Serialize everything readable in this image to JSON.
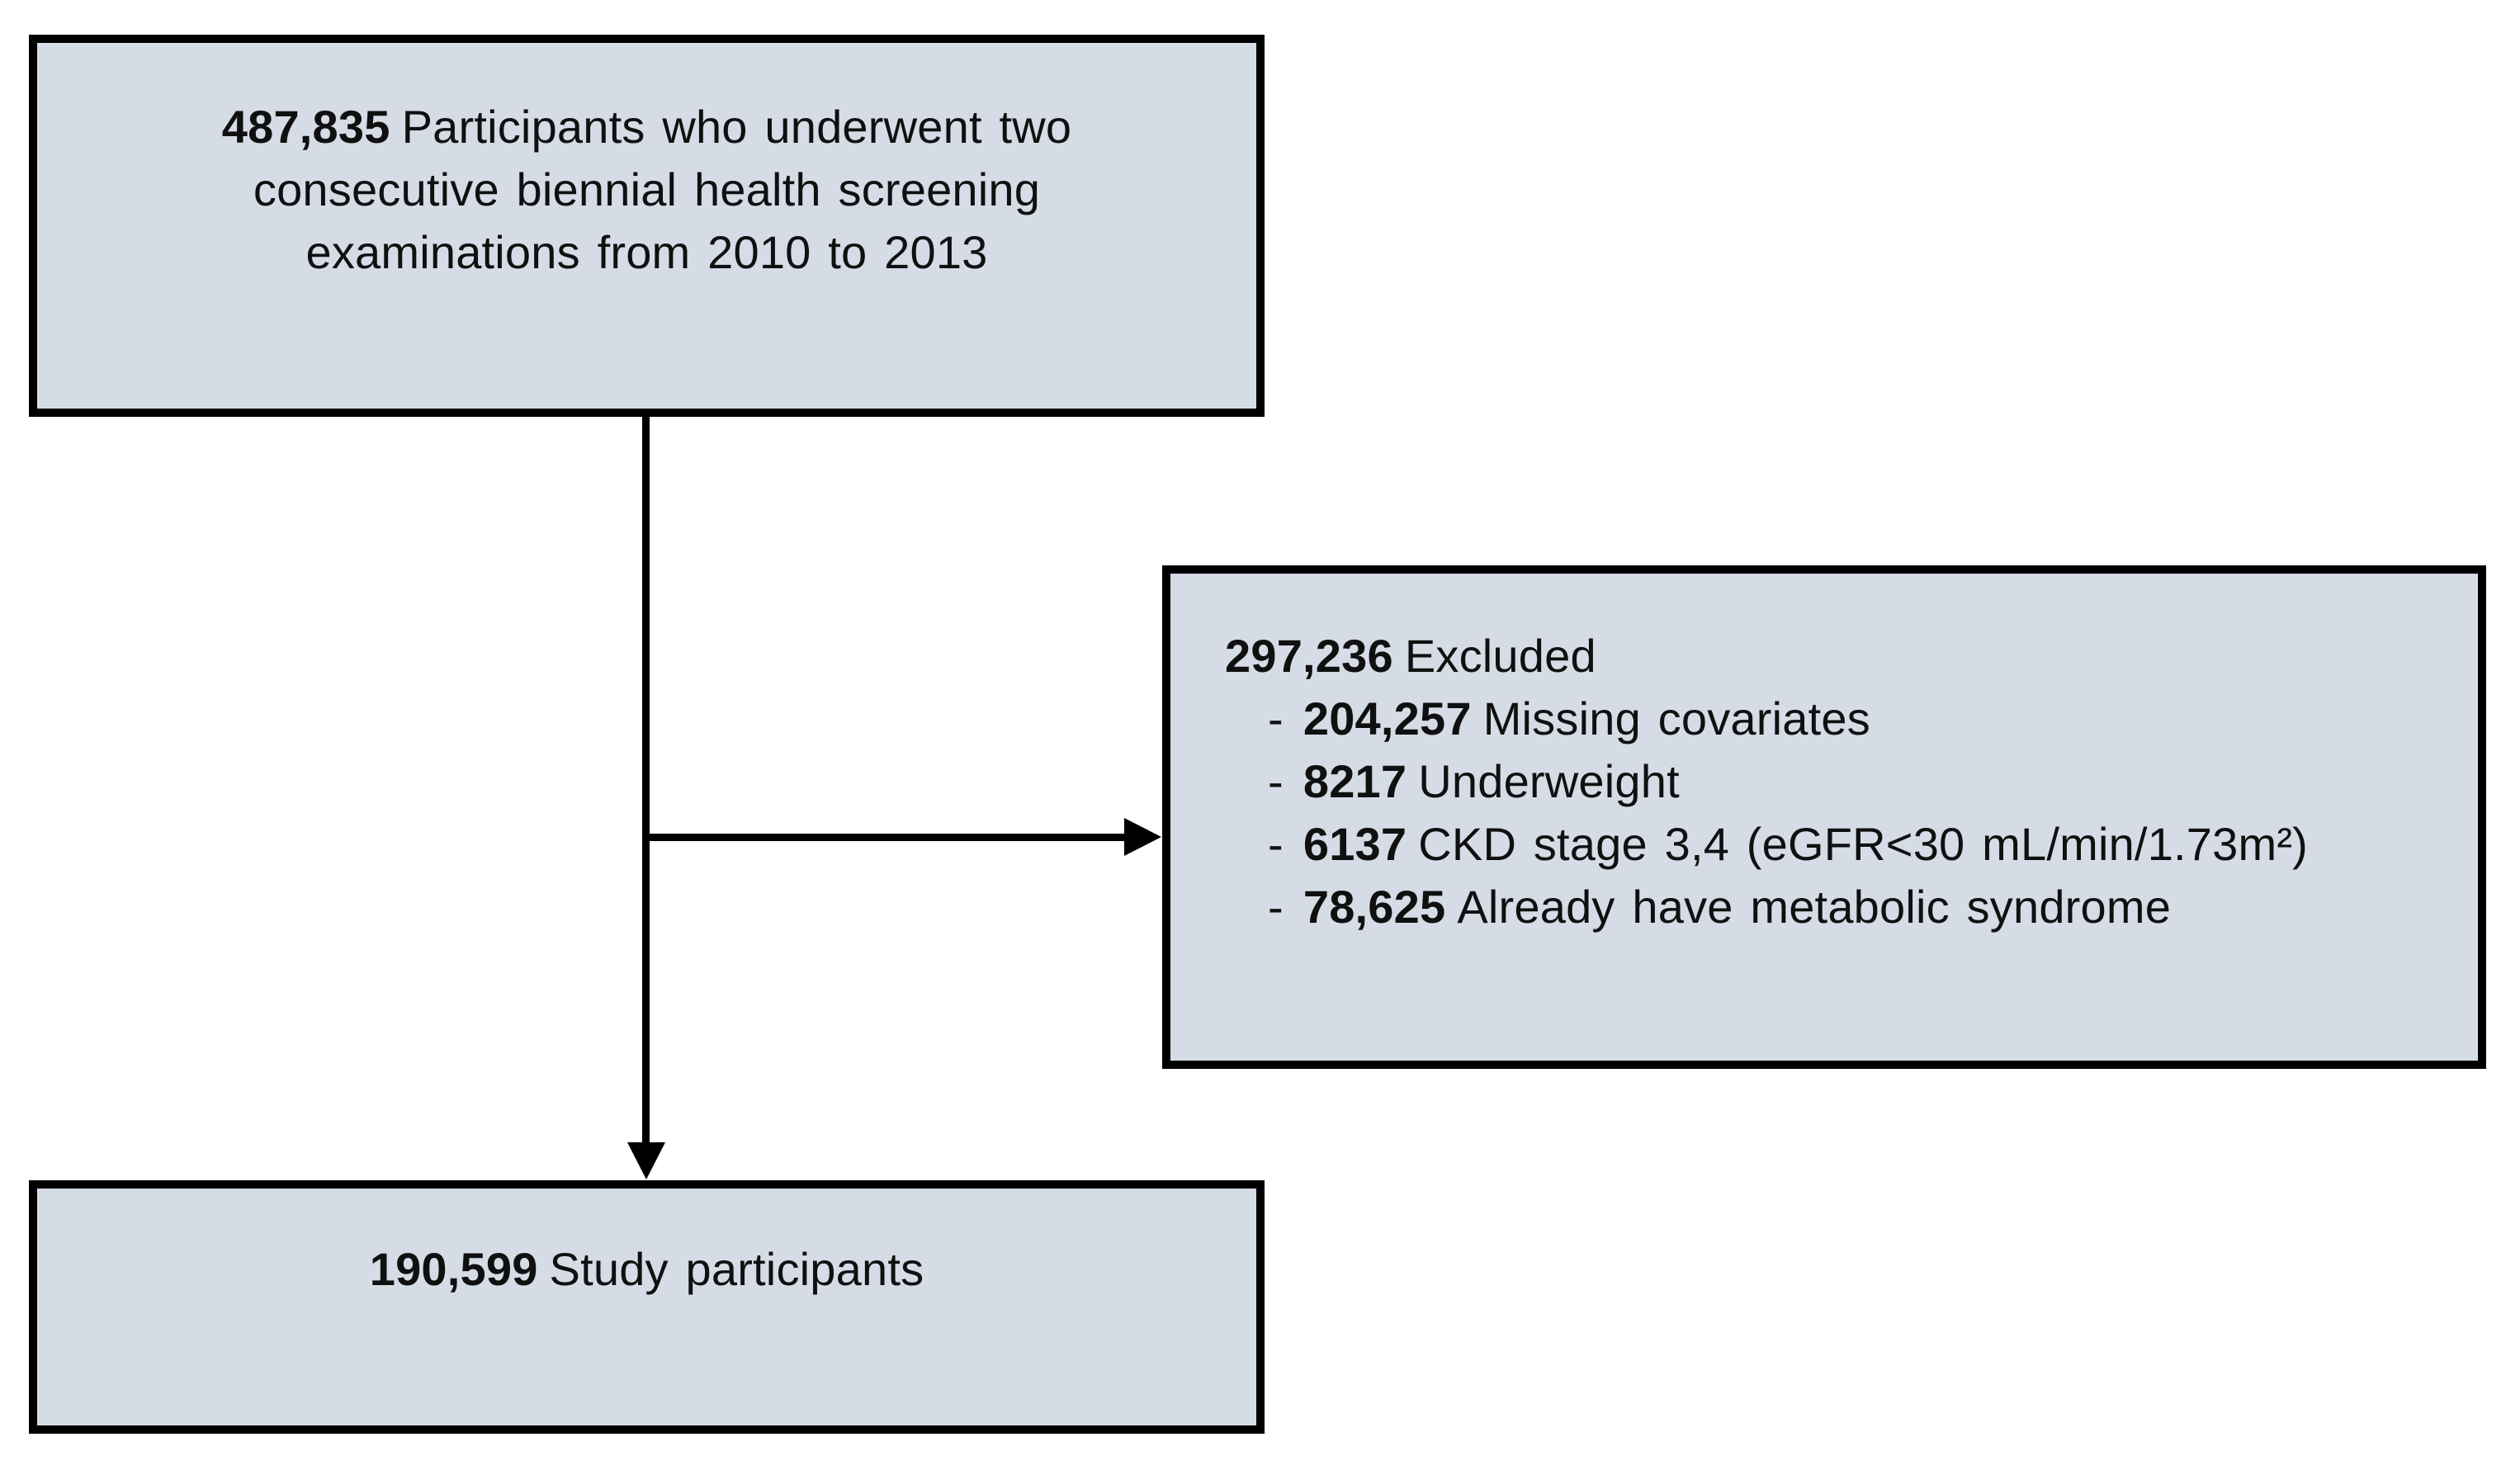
{
  "diagram": {
    "top_box": {
      "number": "487,835",
      "text": "Participants who underwent two consecutive biennial health screening examinations from 2010 to 2013"
    },
    "excluded_box": {
      "number": "297,236",
      "label": "Excluded",
      "bullet": "-",
      "items": [
        {
          "number": "204,257",
          "label": "Missing covariates"
        },
        {
          "number": "8217",
          "label": "Underweight"
        },
        {
          "number": "6137",
          "label": "CKD stage 3,4 (eGFR<30 mL/min/1.73m²)"
        },
        {
          "number": "78,625",
          "label": "Already have metabolic syndrome"
        }
      ]
    },
    "bottom_box": {
      "number": "190,599",
      "label": "Study participants"
    },
    "colors": {
      "box_fill": "#d6dce6",
      "box_border": "#000000",
      "arrow": "#000000",
      "background": "#ffffff"
    }
  }
}
